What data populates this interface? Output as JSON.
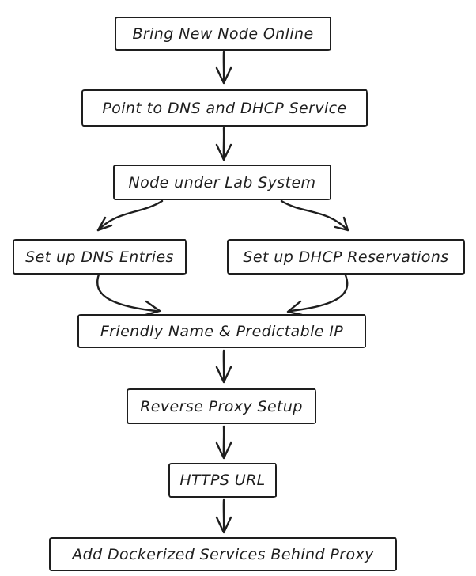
{
  "diagram": {
    "type": "flowchart",
    "style": "hand-drawn",
    "background_color": "#ffffff",
    "stroke_color": "#1e1e1e",
    "nodes": [
      {
        "id": "bring-new-node-online",
        "label": "Bring New Node Online"
      },
      {
        "id": "point-to-dns-and-dhcp-service",
        "label": "Point to DNS and DHCP Service"
      },
      {
        "id": "node-under-lab-system",
        "label": "Node under Lab System"
      },
      {
        "id": "set-up-dns-entries",
        "label": "Set up DNS Entries"
      },
      {
        "id": "set-up-dhcp-reservations",
        "label": "Set up DHCP Reservations"
      },
      {
        "id": "friendly-name-and-predictable-ip",
        "label": "Friendly Name & Predictable IP"
      },
      {
        "id": "reverse-proxy-setup",
        "label": "Reverse Proxy Setup"
      },
      {
        "id": "https-url",
        "label": "HTTPS URL"
      },
      {
        "id": "add-dockerized-services-behind-proxy",
        "label": "Add Dockerized Services Behind Proxy"
      }
    ],
    "edges": [
      {
        "from": "bring-new-node-online",
        "to": "point-to-dns-and-dhcp-service"
      },
      {
        "from": "point-to-dns-and-dhcp-service",
        "to": "node-under-lab-system"
      },
      {
        "from": "node-under-lab-system",
        "to": "set-up-dns-entries"
      },
      {
        "from": "node-under-lab-system",
        "to": "set-up-dhcp-reservations"
      },
      {
        "from": "set-up-dns-entries",
        "to": "friendly-name-and-predictable-ip"
      },
      {
        "from": "set-up-dhcp-reservations",
        "to": "friendly-name-and-predictable-ip"
      },
      {
        "from": "friendly-name-and-predictable-ip",
        "to": "reverse-proxy-setup"
      },
      {
        "from": "reverse-proxy-setup",
        "to": "https-url"
      },
      {
        "from": "https-url",
        "to": "add-dockerized-services-behind-proxy"
      }
    ]
  }
}
